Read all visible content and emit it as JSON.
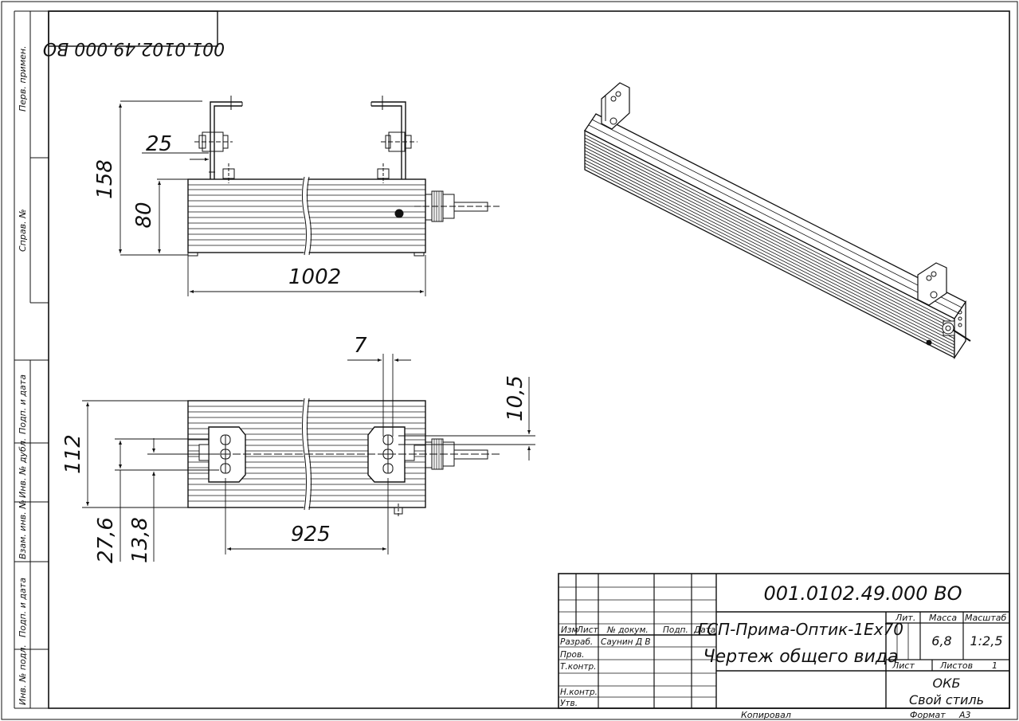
{
  "document": {
    "mirrored_code": "001.0102.49.000 ВО",
    "side_labels": [
      "Перв. примен.",
      "Справ. №",
      "Подп. и дата",
      "Инв. № дубл.",
      "Взам. инв. №",
      "Подп. и дата",
      "Инв. № подл."
    ]
  },
  "dimensions": {
    "front": {
      "d158": "158",
      "d80": "80",
      "d25": "25",
      "d1002": "1002"
    },
    "top": {
      "d7": "7",
      "d10_5": "10,5",
      "d112": "112",
      "d27_6": "27,6",
      "d13_8": "13,8",
      "d925": "925"
    }
  },
  "title_block": {
    "code": "001.0102.49.000 ВО",
    "name_line1": "ГСП-Прима-Оптик-1Ex70",
    "name_line2": "Чертеж общего вида",
    "headers": {
      "izm": "Изм",
      "list": "Лист",
      "ndoc": "№ докум.",
      "podp": "Подп.",
      "data": "Дата"
    },
    "roles": {
      "razrab": "Разраб.",
      "prov": "Пров.",
      "tkontr": "Т.контр.",
      "nkontr": "Н.контр.",
      "utv": "Утв."
    },
    "developer": "Саунин Д В",
    "lit_label": "Лит.",
    "mass_label": "Масса",
    "scale_label": "Масштаб",
    "mass": "6,8",
    "scale": "1:2,5",
    "sheet_label": "Лист",
    "sheets_label": "Листов",
    "sheets": "1",
    "org_line1": "ОКБ",
    "org_line2": "Свой стиль",
    "copied_label": "Копировал",
    "format_label": "Формат",
    "format": "А3"
  }
}
